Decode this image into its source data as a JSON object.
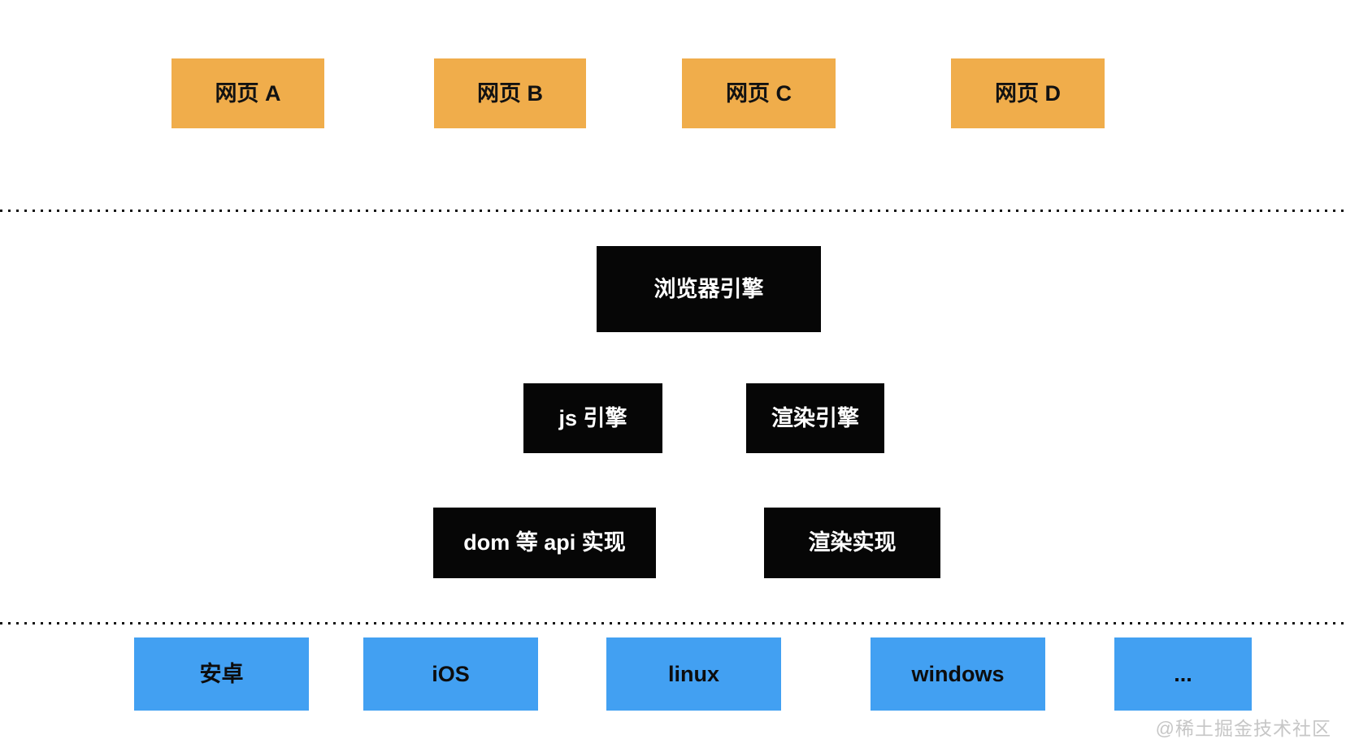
{
  "page": {
    "background": "#ffffff",
    "description_colors": {
      "web_page_box": "#f0ad4b",
      "engine_box": "#060606",
      "platform_box": "#42a0f2",
      "divider_dots": "#141414",
      "watermark_text": "#c6c6c6"
    }
  },
  "web_pages": {
    "items": [
      {
        "label": "网页 A"
      },
      {
        "label": "网页 B"
      },
      {
        "label": "网页 C"
      },
      {
        "label": "网页 D"
      }
    ]
  },
  "browser_engine": {
    "label": "浏览器引擎"
  },
  "engines": {
    "items": [
      {
        "label": "js 引擎"
      },
      {
        "label": "渲染引擎"
      }
    ]
  },
  "implementations": {
    "items": [
      {
        "label": "dom 等 api 实现"
      },
      {
        "label": "渲染实现"
      }
    ]
  },
  "platforms": {
    "items": [
      {
        "label": "安卓"
      },
      {
        "label": "iOS"
      },
      {
        "label": "linux"
      },
      {
        "label": "windows"
      },
      {
        "label": "..."
      }
    ]
  },
  "watermark": {
    "label": "@稀土掘金技术社区"
  }
}
